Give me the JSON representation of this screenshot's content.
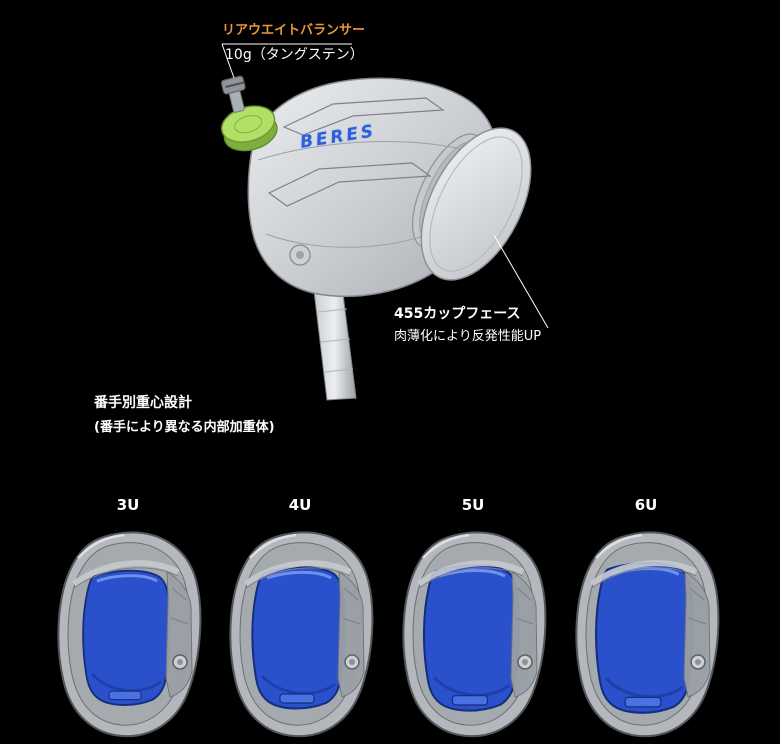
{
  "page": {
    "background_color": "#000000"
  },
  "hero": {
    "brand_logo": "BERES",
    "logo_color": "#2e5ed9"
  },
  "annotations": {
    "rear_weight": {
      "title": "リアウエイトバランサー",
      "title_color": "#e8973a",
      "subtitle": "10g（タングステン）"
    },
    "cup_face": {
      "line1": "455カップフェース",
      "line2": "肉薄化により反発性能UP"
    },
    "cg_design": {
      "line1": "番手別重心設計",
      "line2": "(番手により異なる内部加重体)"
    }
  },
  "clubs": [
    {
      "label": "3U"
    },
    {
      "label": "4U"
    },
    {
      "label": "5U"
    },
    {
      "label": "6U"
    }
  ],
  "colors": {
    "weight_green": "#b2e066",
    "insert_blue": "#2a50cc",
    "leader_line": "#ffffff"
  }
}
